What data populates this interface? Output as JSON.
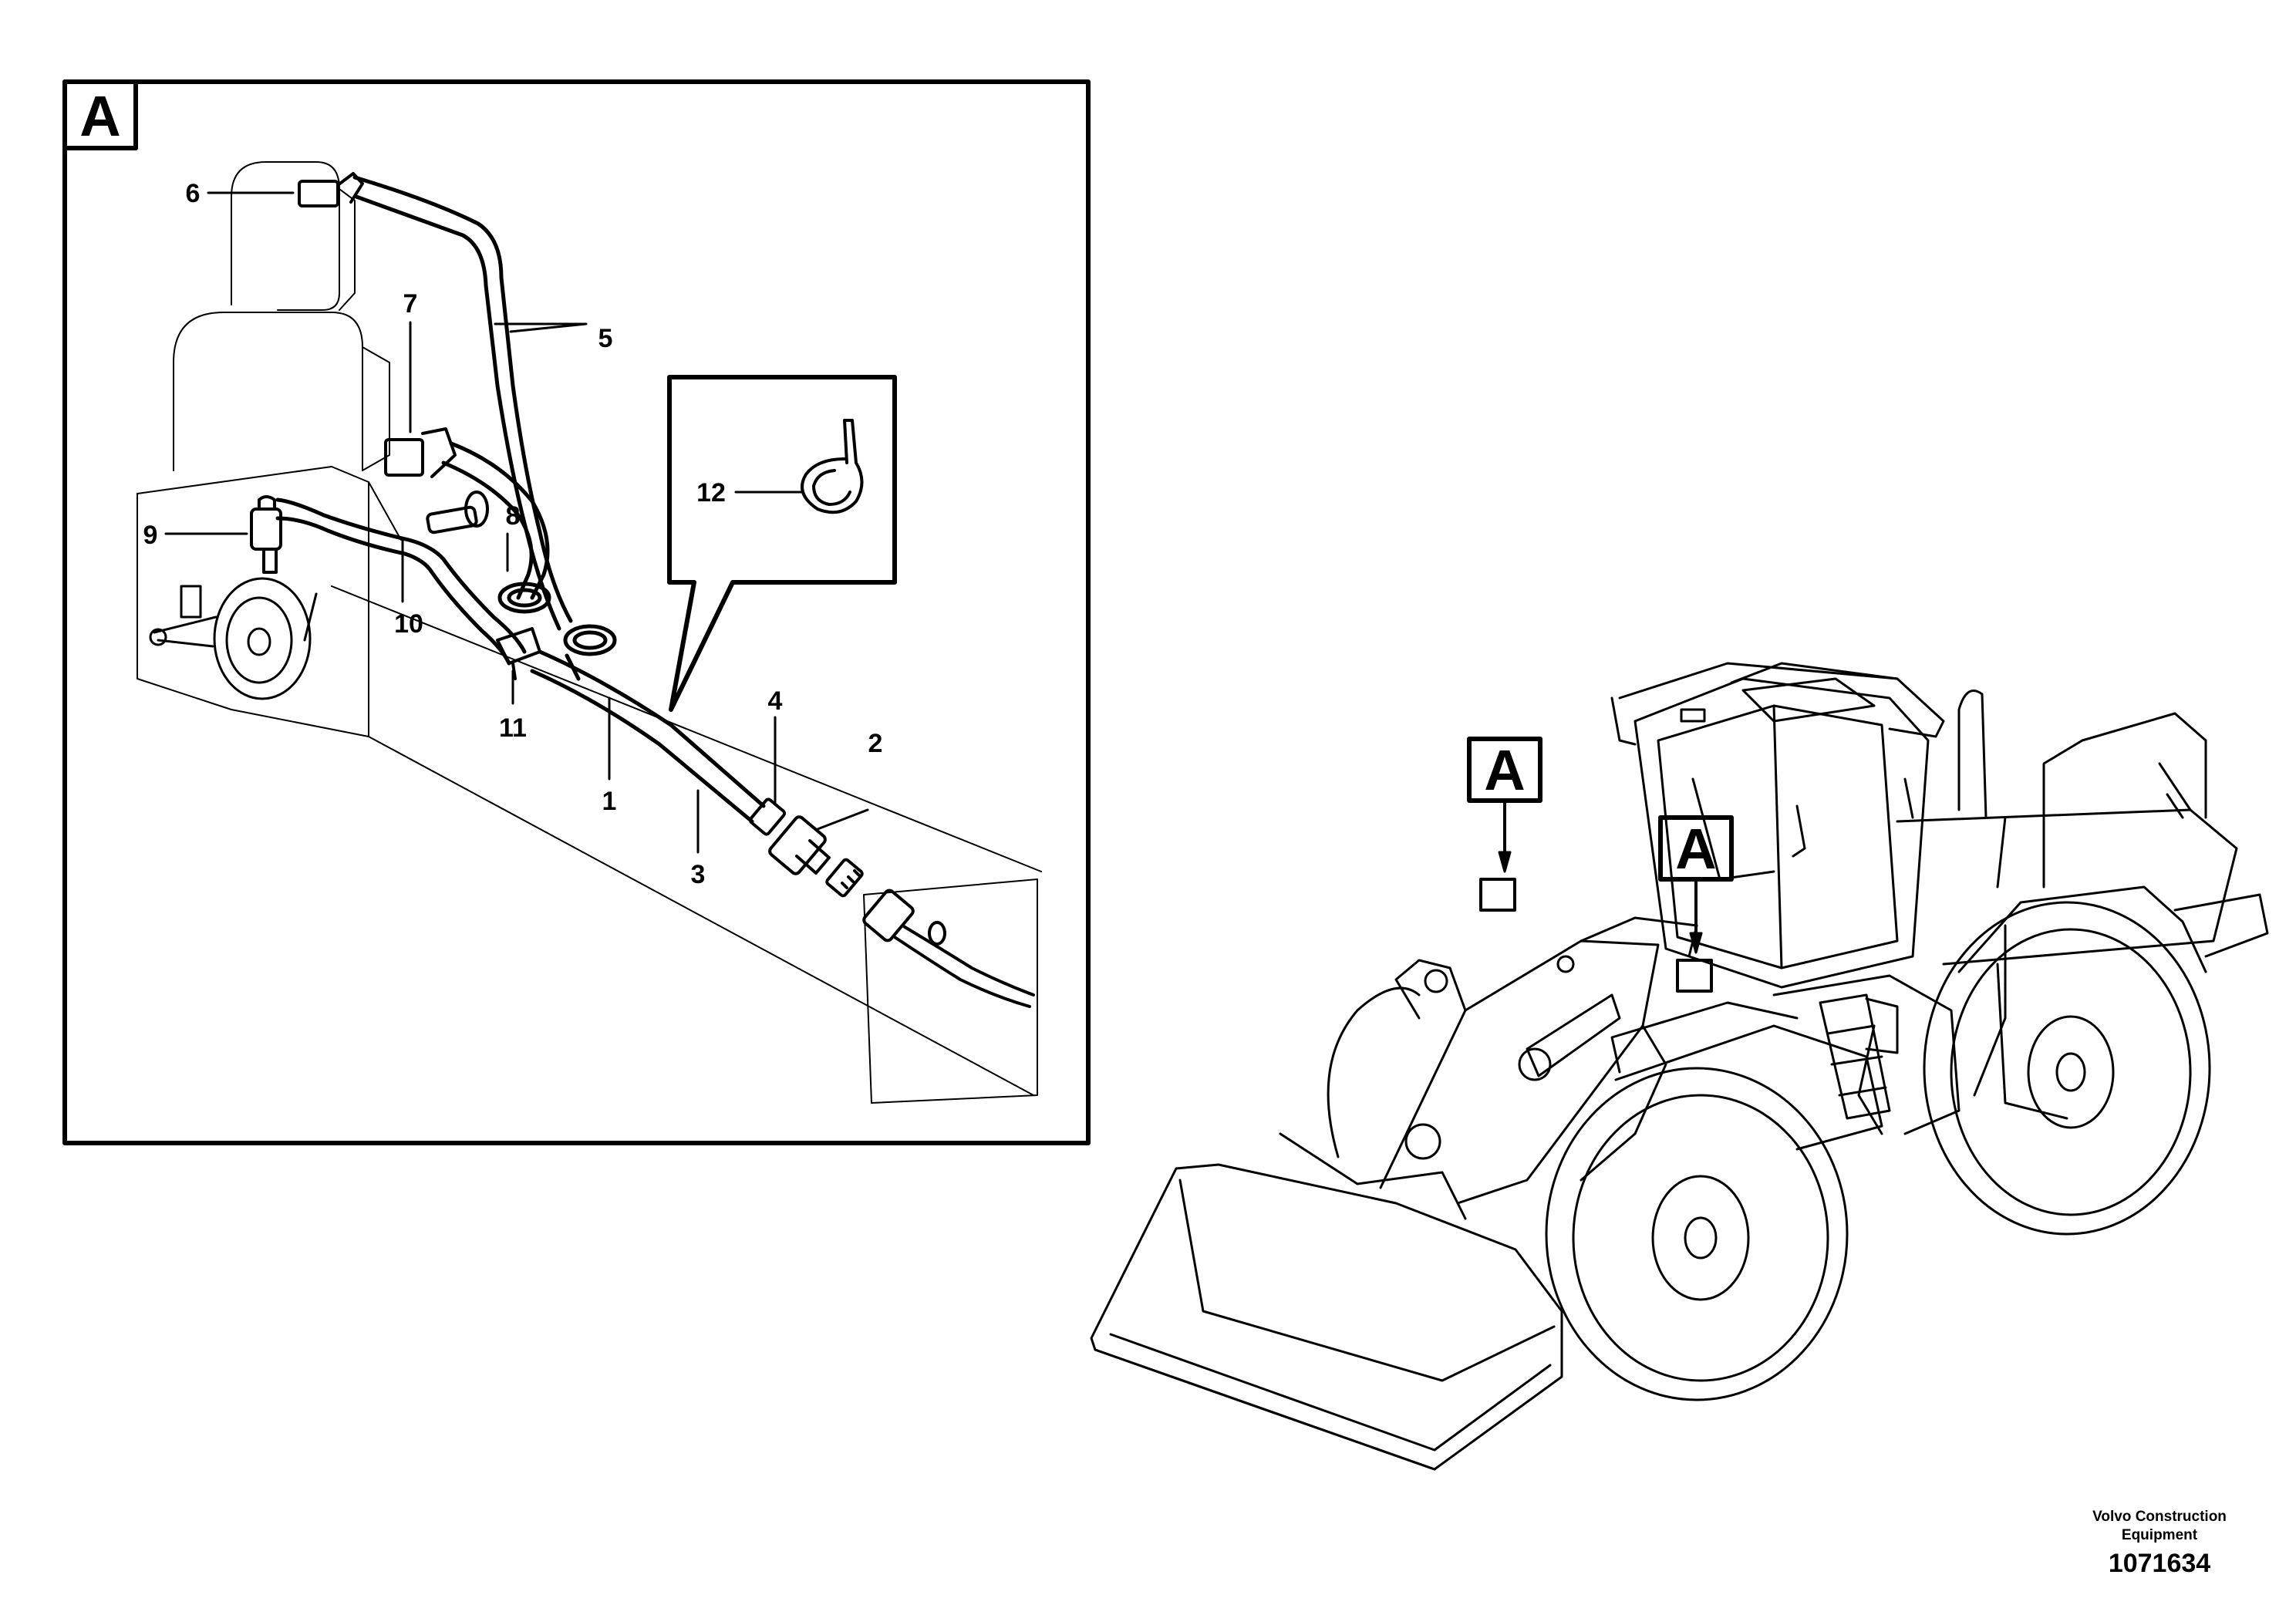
{
  "detail_view": {
    "label": "A",
    "callouts": [
      "1",
      "2",
      "3",
      "4",
      "5",
      "6",
      "7",
      "8",
      "9",
      "10",
      "11",
      "12"
    ]
  },
  "machine_view": {
    "location_flags": [
      "A",
      "A"
    ]
  },
  "credit": {
    "company": "Volvo Construction Equipment",
    "document_number": "1071634"
  }
}
